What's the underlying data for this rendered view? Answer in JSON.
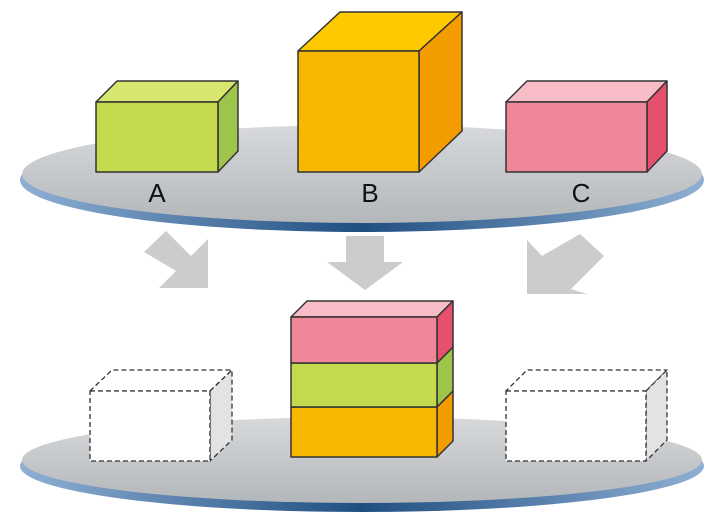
{
  "labels": {
    "a": "A",
    "b": "B",
    "c": "C"
  },
  "colors": {
    "green_front": "#c3d94e",
    "green_top": "#d6e66e",
    "green_side": "#9fc44a",
    "orange_front": "#f6b800",
    "orange_top": "#ffc900",
    "orange_side": "#f39c00",
    "pink_front": "#ee8798",
    "pink_top": "#f7bcc6",
    "pink_side": "#e5506c",
    "ghost_side": "#e3e3e3",
    "plate_top": "#c6c8ca",
    "plate_rim": "#2f5a84",
    "arrow": "#cccccc"
  }
}
